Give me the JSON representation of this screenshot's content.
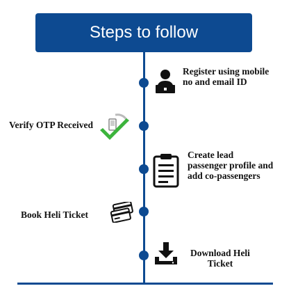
{
  "header": {
    "title": "Steps to follow"
  },
  "steps": [
    {
      "label": "Register using mobile no and email ID",
      "icon": "user-laptop-icon"
    },
    {
      "label": "Verify OTP Received",
      "icon": "phone-checkmark-icon"
    },
    {
      "label": "Create lead passenger profile and add co-passengers",
      "icon": "clipboard-icon"
    },
    {
      "label": "Book Heli Ticket",
      "icon": "credit-cards-icon"
    },
    {
      "label": "Download Heli Ticket",
      "icon": "download-icon"
    }
  ],
  "colors": {
    "primary": "#0d4a91",
    "check": "#3cb43c"
  }
}
